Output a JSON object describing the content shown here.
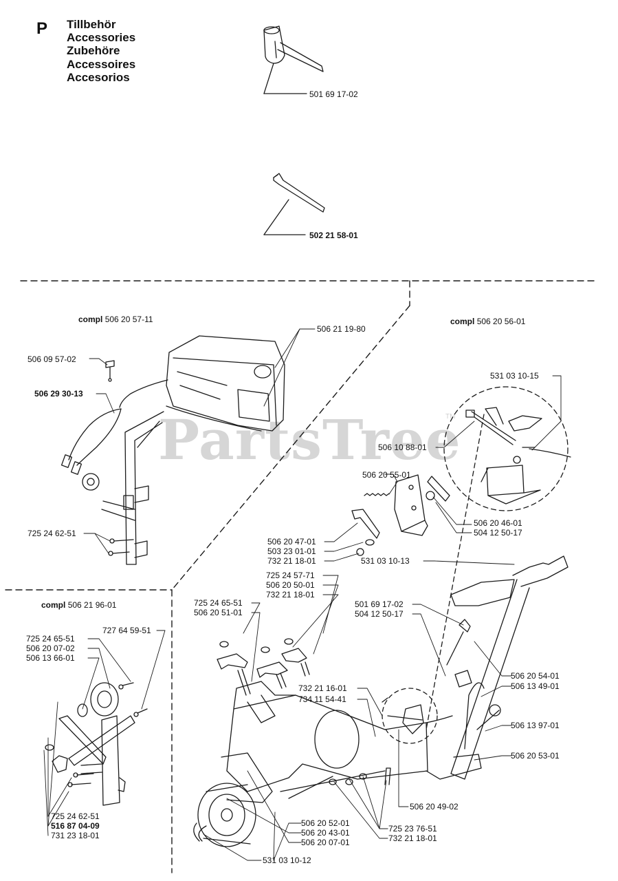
{
  "header": {
    "section_letter": "P",
    "titles": [
      "Tillbehör",
      "Accessories",
      "Zubehöre",
      "Accessoires",
      "Accesorios"
    ]
  },
  "watermark": {
    "text": "PartsTree",
    "tm": "TM"
  },
  "tools": {
    "wrench_part": "501 69 17-02",
    "hex_key_part": "502 21 58-01"
  },
  "kits": {
    "tank_kit": {
      "prefix": "compl",
      "number": "506 20 57-11"
    },
    "throttle_kit": {
      "prefix": "compl",
      "number": "506 20 56-01"
    },
    "wheel_kit": {
      "prefix": "compl",
      "number": "506 21 96-01"
    }
  },
  "labels": {
    "tank_bracket": "506 21 19-80",
    "knob": "506 09 57-02",
    "hose": "506 29 30-13",
    "tank_bolt": "725 24 62-51",
    "throttle_lever": "531 03 10-15",
    "spring": "506 10 88-01",
    "cable_spring": "506 20 55-01",
    "link_arm": "506 20 46-01",
    "pin_a": "504 12 50-17",
    "bracket_plate": "506 20 47-01",
    "washer_a": "503 23 01-01",
    "nut_a": "732 21 18-01",
    "cable": "531 03 10-13",
    "mid_bolt_a": "725 24 57-71",
    "mid_clamp_a": "506 20 50-01",
    "mid_nut_a": "732 21 18-01",
    "mid_bolt_b": "725 24 65-51",
    "mid_clamp_b": "506 20 51-01",
    "rod_part": "501 69 17-02",
    "rod_pin": "504 12 50-17",
    "handle_upper": "506 20 54-01",
    "handle_lower": "506 13 49-01",
    "nut_b": "732 21 16-01",
    "screw_b": "734 11 54-41",
    "knob_b": "506 13 97-01",
    "handle_mount": "506 20 53-01",
    "frame_bracket": "506 20 49-02",
    "axle": "506 20 52-01",
    "bolt_c": "725 23 76-51",
    "wheel_hub": "506 20 43-01",
    "nut_c": "732 21 18-01",
    "wheel": "506 20 07-01",
    "clip": "531 03 10-12",
    "wk_bolt_a": "725 24 65-51",
    "wk_wheel": "506 20 07-02",
    "wk_spacer": "506 13 66-01",
    "wk_bolt_b": "727 64 59-51",
    "wk_bolt_c": "725 24 62-51",
    "wk_knob": "516 87 04-09",
    "wk_nut": "731 23 18-01"
  }
}
